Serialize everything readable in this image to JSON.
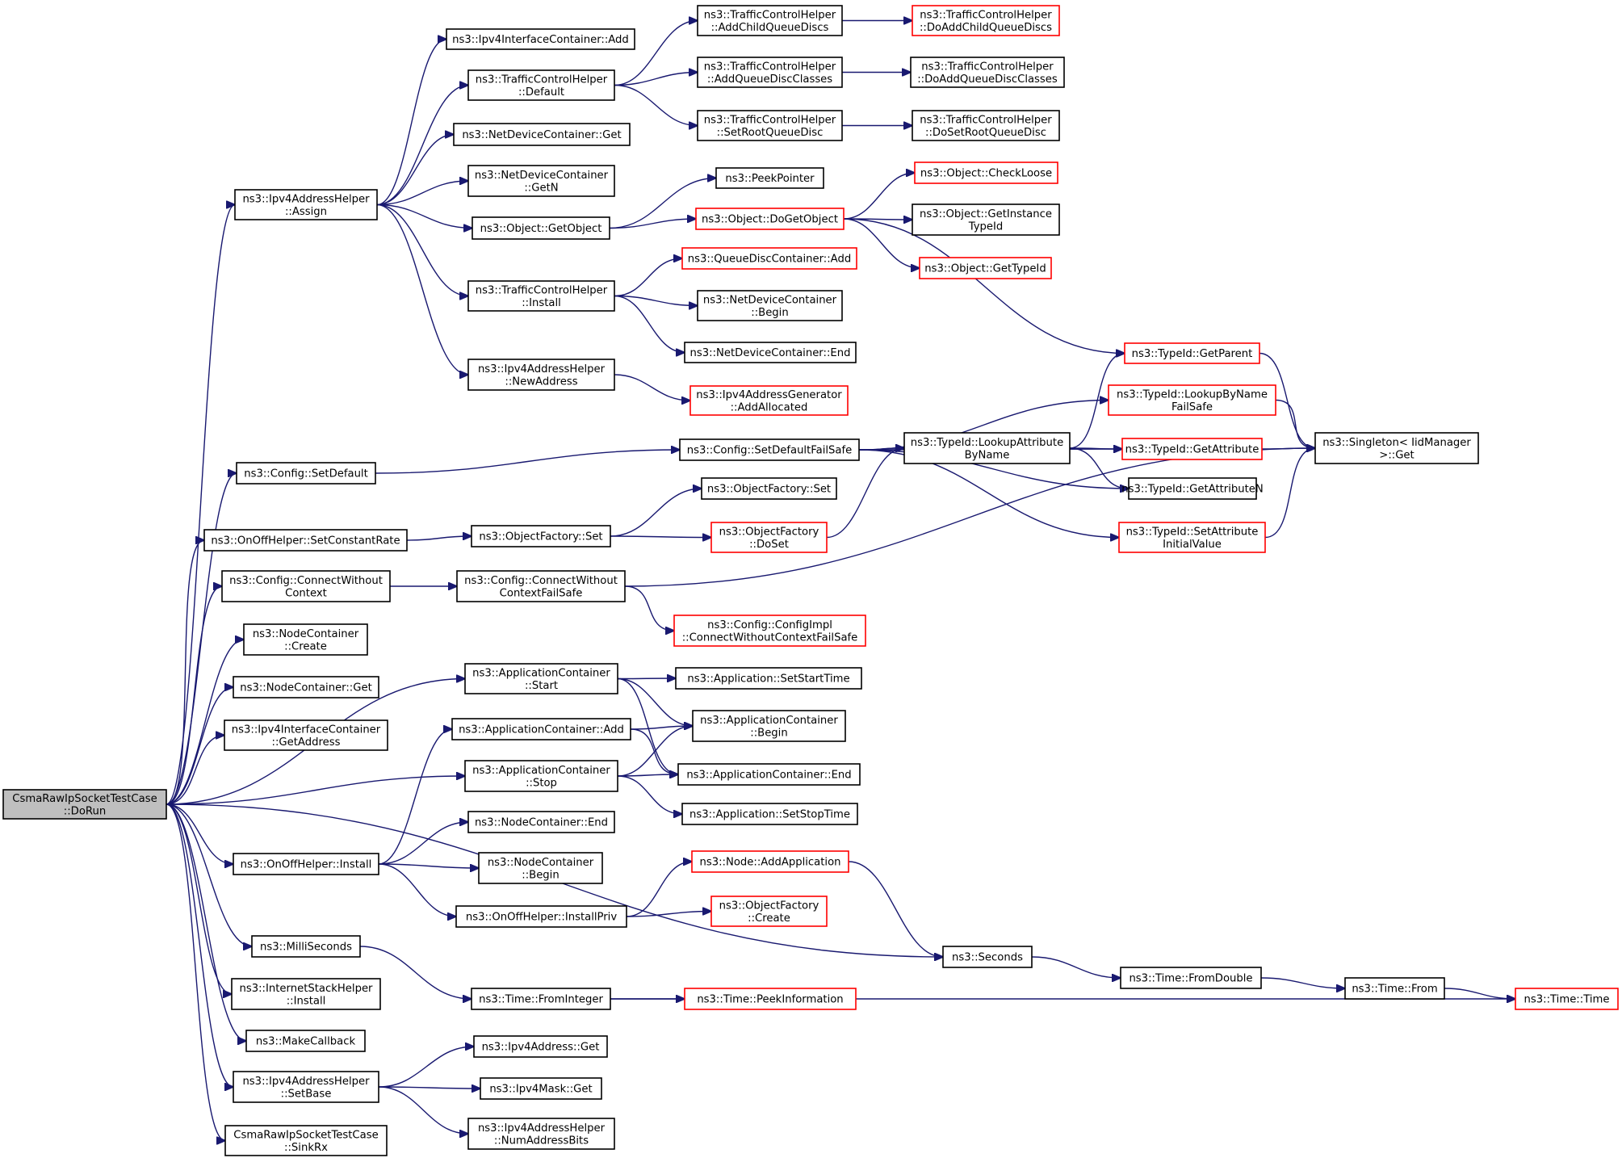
{
  "colors": {
    "edge": "#191970",
    "node_border": "#000000",
    "node_border_truncated": "#ff0000",
    "node_fill": "#ffffff",
    "root_fill": "#bfbfbf"
  },
  "nodes": {
    "root": {
      "lines": [
        "CsmaRawIpSocketTestCase",
        "::DoRun"
      ],
      "kind": "root"
    },
    "ipv4addrhelper_assign": {
      "lines": [
        "ns3::Ipv4AddressHelper",
        "::Assign"
      ],
      "kind": "normal"
    },
    "ipv4ifcont_add": {
      "lines": [
        "ns3::Ipv4InterfaceContainer::Add"
      ],
      "kind": "normal"
    },
    "tch_default": {
      "lines": [
        "ns3::TrafficControlHelper",
        "::Default"
      ],
      "kind": "normal"
    },
    "tch_addchild": {
      "lines": [
        "ns3::TrafficControlHelper",
        "::AddChildQueueDiscs"
      ],
      "kind": "normal"
    },
    "tch_doaddchild": {
      "lines": [
        "ns3::TrafficControlHelper",
        "::DoAddChildQueueDiscs"
      ],
      "kind": "truncated"
    },
    "tch_addclasses": {
      "lines": [
        "ns3::TrafficControlHelper",
        "::AddQueueDiscClasses"
      ],
      "kind": "normal"
    },
    "tch_doaddclasses": {
      "lines": [
        "ns3::TrafficControlHelper",
        "::DoAddQueueDiscClasses"
      ],
      "kind": "normal"
    },
    "tch_setroot": {
      "lines": [
        "ns3::TrafficControlHelper",
        "::SetRootQueueDisc"
      ],
      "kind": "normal"
    },
    "tch_dosetroot": {
      "lines": [
        "ns3::TrafficControlHelper",
        "::DoSetRootQueueDisc"
      ],
      "kind": "normal"
    },
    "ndc_get": {
      "lines": [
        "ns3::NetDeviceContainer::Get"
      ],
      "kind": "normal"
    },
    "ndc_getn": {
      "lines": [
        "ns3::NetDeviceContainer",
        "::GetN"
      ],
      "kind": "normal"
    },
    "peekpointer": {
      "lines": [
        "ns3::PeekPointer"
      ],
      "kind": "normal"
    },
    "obj_getobject": {
      "lines": [
        "ns3::Object::GetObject"
      ],
      "kind": "normal"
    },
    "obj_dogetobject": {
      "lines": [
        "ns3::Object::DoGetObject"
      ],
      "kind": "truncated"
    },
    "obj_checkloose": {
      "lines": [
        "ns3::Object::CheckLoose"
      ],
      "kind": "truncated"
    },
    "obj_getinstancetypeid": {
      "lines": [
        "ns3::Object::GetInstance",
        "TypeId"
      ],
      "kind": "normal"
    },
    "obj_gettypeid": {
      "lines": [
        "ns3::Object::GetTypeId"
      ],
      "kind": "truncated"
    },
    "qdc_add": {
      "lines": [
        "ns3::QueueDiscContainer::Add"
      ],
      "kind": "truncated"
    },
    "tch_install": {
      "lines": [
        "ns3::TrafficControlHelper",
        "::Install"
      ],
      "kind": "normal"
    },
    "ndc_begin": {
      "lines": [
        "ns3::NetDeviceContainer",
        "::Begin"
      ],
      "kind": "normal"
    },
    "ndc_end": {
      "lines": [
        "ns3::NetDeviceContainer::End"
      ],
      "kind": "normal"
    },
    "ipv4addrhelper_newaddress": {
      "lines": [
        "ns3::Ipv4AddressHelper",
        "::NewAddress"
      ],
      "kind": "normal"
    },
    "ipv4addrgen_addallocated": {
      "lines": [
        "ns3::Ipv4AddressGenerator",
        "::AddAllocated"
      ],
      "kind": "truncated"
    },
    "typeid_getparent": {
      "lines": [
        "ns3::TypeId::GetParent"
      ],
      "kind": "truncated"
    },
    "typeid_lookupbyname": {
      "lines": [
        "ns3::TypeId::LookupByName",
        "FailSafe"
      ],
      "kind": "truncated"
    },
    "config_setdefault": {
      "lines": [
        "ns3::Config::SetDefault"
      ],
      "kind": "normal"
    },
    "config_setdefaultfailsafe": {
      "lines": [
        "ns3::Config::SetDefaultFailSafe"
      ],
      "kind": "normal"
    },
    "typeid_lookupattribute": {
      "lines": [
        "ns3::TypeId::LookupAttribute",
        "ByName"
      ],
      "kind": "normal"
    },
    "typeid_getattribute": {
      "lines": [
        "ns3::TypeId::GetAttribute"
      ],
      "kind": "truncated"
    },
    "singleton_get": {
      "lines": [
        "ns3::Singleton< IidManager",
        " >::Get"
      ],
      "kind": "normal"
    },
    "typeid_getattributen": {
      "lines": [
        "ns3::TypeId::GetAttributeN"
      ],
      "kind": "normal"
    },
    "objfactory_set2": {
      "lines": [
        "ns3::ObjectFactory::Set"
      ],
      "kind": "normal"
    },
    "onoff_setconstantrate": {
      "lines": [
        "ns3::OnOffHelper::SetConstantRate"
      ],
      "kind": "normal"
    },
    "objfactory_set": {
      "lines": [
        "ns3::ObjectFactory::Set"
      ],
      "kind": "normal"
    },
    "objfactory_doset": {
      "lines": [
        "ns3::ObjectFactory",
        "::DoSet"
      ],
      "kind": "truncated"
    },
    "typeid_setattributeinitialvalue": {
      "lines": [
        "ns3::TypeId::SetAttribute",
        "InitialValue"
      ],
      "kind": "truncated"
    },
    "config_connectwithoutcontext": {
      "lines": [
        "ns3::Config::ConnectWithout",
        "Context"
      ],
      "kind": "normal"
    },
    "config_connectwithoutcontextfailsafe": {
      "lines": [
        "ns3::Config::ConnectWithout",
        "ContextFailSafe"
      ],
      "kind": "normal"
    },
    "configimpl_connect": {
      "lines": [
        "ns3::Config::ConfigImpl",
        "::ConnectWithoutContextFailSafe"
      ],
      "kind": "truncated"
    },
    "nodecont_create": {
      "lines": [
        "ns3::NodeContainer",
        "::Create"
      ],
      "kind": "normal"
    },
    "nodecont_get": {
      "lines": [
        "ns3::NodeContainer::Get"
      ],
      "kind": "normal"
    },
    "ipv4ifcont_getaddress": {
      "lines": [
        "ns3::Ipv4InterfaceContainer",
        "::GetAddress"
      ],
      "kind": "normal"
    },
    "appcont_start": {
      "lines": [
        "ns3::ApplicationContainer",
        "::Start"
      ],
      "kind": "normal"
    },
    "app_setstarttime": {
      "lines": [
        "ns3::Application::SetStartTime"
      ],
      "kind": "normal"
    },
    "appcont_add": {
      "lines": [
        "ns3::ApplicationContainer::Add"
      ],
      "kind": "normal"
    },
    "appcont_begin": {
      "lines": [
        "ns3::ApplicationContainer",
        "::Begin"
      ],
      "kind": "normal"
    },
    "appcont_stop": {
      "lines": [
        "ns3::ApplicationContainer",
        "::Stop"
      ],
      "kind": "normal"
    },
    "appcont_end": {
      "lines": [
        "ns3::ApplicationContainer::End"
      ],
      "kind": "normal"
    },
    "app_setstoptime": {
      "lines": [
        "ns3::Application::SetStopTime"
      ],
      "kind": "normal"
    },
    "nodecont_end": {
      "lines": [
        "ns3::NodeContainer::End"
      ],
      "kind": "normal"
    },
    "onoff_install": {
      "lines": [
        "ns3::OnOffHelper::Install"
      ],
      "kind": "normal"
    },
    "nodecont_begin": {
      "lines": [
        "ns3::NodeContainer",
        "::Begin"
      ],
      "kind": "normal"
    },
    "node_addapplication": {
      "lines": [
        "ns3::Node::AddApplication"
      ],
      "kind": "truncated"
    },
    "onoff_installpriv": {
      "lines": [
        "ns3::OnOffHelper::InstallPriv"
      ],
      "kind": "normal"
    },
    "objfactory_create": {
      "lines": [
        "ns3::ObjectFactory",
        "::Create"
      ],
      "kind": "truncated"
    },
    "milliseconds": {
      "lines": [
        "ns3::MilliSeconds"
      ],
      "kind": "normal"
    },
    "seconds": {
      "lines": [
        "ns3::Seconds"
      ],
      "kind": "normal"
    },
    "time_fromdouble": {
      "lines": [
        "ns3::Time::FromDouble"
      ],
      "kind": "normal"
    },
    "time_from": {
      "lines": [
        "ns3::Time::From"
      ],
      "kind": "normal"
    },
    "time_time": {
      "lines": [
        "ns3::Time::Time"
      ],
      "kind": "truncated"
    },
    "internetstack_install": {
      "lines": [
        "ns3::InternetStackHelper",
        "::Install"
      ],
      "kind": "normal"
    },
    "time_frominteger": {
      "lines": [
        "ns3::Time::FromInteger"
      ],
      "kind": "normal"
    },
    "time_peekinformation": {
      "lines": [
        "ns3::Time::PeekInformation"
      ],
      "kind": "truncated"
    },
    "makecallback": {
      "lines": [
        "ns3::MakeCallback"
      ],
      "kind": "normal"
    },
    "ipv4addr_get": {
      "lines": [
        "ns3::Ipv4Address::Get"
      ],
      "kind": "normal"
    },
    "ipv4addrhelper_setbase": {
      "lines": [
        "ns3::Ipv4AddressHelper",
        "::SetBase"
      ],
      "kind": "normal"
    },
    "ipv4mask_get": {
      "lines": [
        "ns3::Ipv4Mask::Get"
      ],
      "kind": "normal"
    },
    "ipv4addrhelper_numaddressbits": {
      "lines": [
        "ns3::Ipv4AddressHelper",
        "::NumAddressBits"
      ],
      "kind": "normal"
    },
    "sinkrx": {
      "lines": [
        "CsmaRawIpSocketTestCase",
        "::SinkRx"
      ],
      "kind": "normal"
    }
  },
  "edges": [
    [
      "root",
      "ipv4addrhelper_assign"
    ],
    [
      "root",
      "config_setdefault"
    ],
    [
      "root",
      "onoff_setconstantrate"
    ],
    [
      "root",
      "config_connectwithoutcontext"
    ],
    [
      "root",
      "nodecont_create"
    ],
    [
      "root",
      "nodecont_get"
    ],
    [
      "root",
      "ipv4ifcont_getaddress"
    ],
    [
      "root",
      "appcont_start"
    ],
    [
      "root",
      "appcont_stop"
    ],
    [
      "root",
      "onoff_install"
    ],
    [
      "root",
      "seconds"
    ],
    [
      "root",
      "milliseconds"
    ],
    [
      "root",
      "internetstack_install"
    ],
    [
      "root",
      "makecallback"
    ],
    [
      "root",
      "ipv4addrhelper_setbase"
    ],
    [
      "root",
      "sinkrx"
    ],
    [
      "ipv4addrhelper_assign",
      "ipv4ifcont_add"
    ],
    [
      "ipv4addrhelper_assign",
      "tch_default"
    ],
    [
      "ipv4addrhelper_assign",
      "ndc_get"
    ],
    [
      "ipv4addrhelper_assign",
      "ndc_getn"
    ],
    [
      "ipv4addrhelper_assign",
      "obj_getobject"
    ],
    [
      "ipv4addrhelper_assign",
      "tch_install"
    ],
    [
      "ipv4addrhelper_assign",
      "ipv4addrhelper_newaddress"
    ],
    [
      "tch_default",
      "tch_addchild"
    ],
    [
      "tch_default",
      "tch_addclasses"
    ],
    [
      "tch_default",
      "tch_setroot"
    ],
    [
      "tch_addchild",
      "tch_doaddchild"
    ],
    [
      "tch_addclasses",
      "tch_doaddclasses"
    ],
    [
      "tch_setroot",
      "tch_dosetroot"
    ],
    [
      "obj_getobject",
      "peekpointer"
    ],
    [
      "obj_getobject",
      "obj_dogetobject"
    ],
    [
      "obj_dogetobject",
      "obj_checkloose"
    ],
    [
      "obj_dogetobject",
      "obj_getinstancetypeid"
    ],
    [
      "obj_dogetobject",
      "obj_gettypeid"
    ],
    [
      "obj_dogetobject",
      "typeid_getparent"
    ],
    [
      "tch_install",
      "qdc_add"
    ],
    [
      "tch_install",
      "ndc_begin"
    ],
    [
      "tch_install",
      "ndc_end"
    ],
    [
      "ipv4addrhelper_newaddress",
      "ipv4addrgen_addallocated"
    ],
    [
      "config_setdefault",
      "config_setdefaultfailsafe"
    ],
    [
      "config_setdefaultfailsafe",
      "typeid_lookupbyname"
    ],
    [
      "config_setdefaultfailsafe",
      "typeid_lookupattribute"
    ],
    [
      "config_setdefaultfailsafe",
      "typeid_getattribute"
    ],
    [
      "config_setdefaultfailsafe",
      "typeid_getattributen"
    ],
    [
      "config_setdefaultfailsafe",
      "typeid_setattributeinitialvalue"
    ],
    [
      "typeid_lookupattribute",
      "typeid_getparent"
    ],
    [
      "typeid_lookupattribute",
      "typeid_getattribute"
    ],
    [
      "typeid_lookupattribute",
      "typeid_getattributen"
    ],
    [
      "typeid_getparent",
      "singleton_get"
    ],
    [
      "typeid_lookupbyname",
      "singleton_get"
    ],
    [
      "typeid_getattribute",
      "singleton_get"
    ],
    [
      "typeid_setattributeinitialvalue",
      "singleton_get"
    ],
    [
      "onoff_setconstantrate",
      "objfactory_set"
    ],
    [
      "objfactory_set",
      "objfactory_set2"
    ],
    [
      "objfactory_set",
      "objfactory_doset"
    ],
    [
      "objfactory_doset",
      "typeid_lookupattribute"
    ],
    [
      "config_connectwithoutcontext",
      "config_connectwithoutcontextfailsafe"
    ],
    [
      "config_connectwithoutcontextfailsafe",
      "singleton_get"
    ],
    [
      "config_connectwithoutcontextfailsafe",
      "configimpl_connect"
    ],
    [
      "appcont_start",
      "app_setstarttime"
    ],
    [
      "appcont_start",
      "appcont_begin"
    ],
    [
      "appcont_start",
      "appcont_end"
    ],
    [
      "appcont_add",
      "appcont_begin"
    ],
    [
      "appcont_add",
      "appcont_end"
    ],
    [
      "appcont_stop",
      "appcont_begin"
    ],
    [
      "appcont_stop",
      "appcont_end"
    ],
    [
      "appcont_stop",
      "app_setstoptime"
    ],
    [
      "onoff_install",
      "appcont_add"
    ],
    [
      "onoff_install",
      "nodecont_end"
    ],
    [
      "onoff_install",
      "nodecont_begin"
    ],
    [
      "onoff_install",
      "onoff_installpriv"
    ],
    [
      "onoff_installpriv",
      "node_addapplication"
    ],
    [
      "onoff_installpriv",
      "objfactory_create"
    ],
    [
      "node_addapplication",
      "seconds"
    ],
    [
      "seconds",
      "time_fromdouble"
    ],
    [
      "time_fromdouble",
      "time_from"
    ],
    [
      "time_from",
      "time_time"
    ],
    [
      "milliseconds",
      "time_frominteger"
    ],
    [
      "time_frominteger",
      "time_peekinformation"
    ],
    [
      "time_frominteger",
      "time_time"
    ],
    [
      "ipv4addrhelper_setbase",
      "ipv4addr_get"
    ],
    [
      "ipv4addrhelper_setbase",
      "ipv4mask_get"
    ],
    [
      "ipv4addrhelper_setbase",
      "ipv4addrhelper_numaddressbits"
    ]
  ]
}
